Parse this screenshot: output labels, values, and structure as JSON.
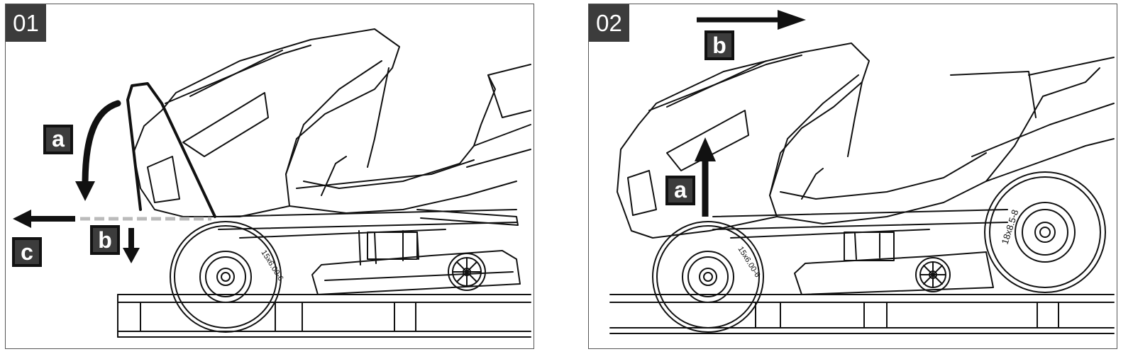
{
  "panels": [
    {
      "number": "01",
      "labels": {
        "a": "a",
        "b": "b",
        "c": "c"
      },
      "tire_text": "15x6.00-6"
    },
    {
      "number": "02",
      "labels": {
        "a": "a",
        "b": "b"
      },
      "tire_front_text": "15x6.00-6",
      "tire_rear_text": "18x8.5-8"
    }
  ],
  "colors": {
    "ink": "#111111",
    "badge": "#3c3c3c",
    "dashed": "#bbbbbb"
  }
}
